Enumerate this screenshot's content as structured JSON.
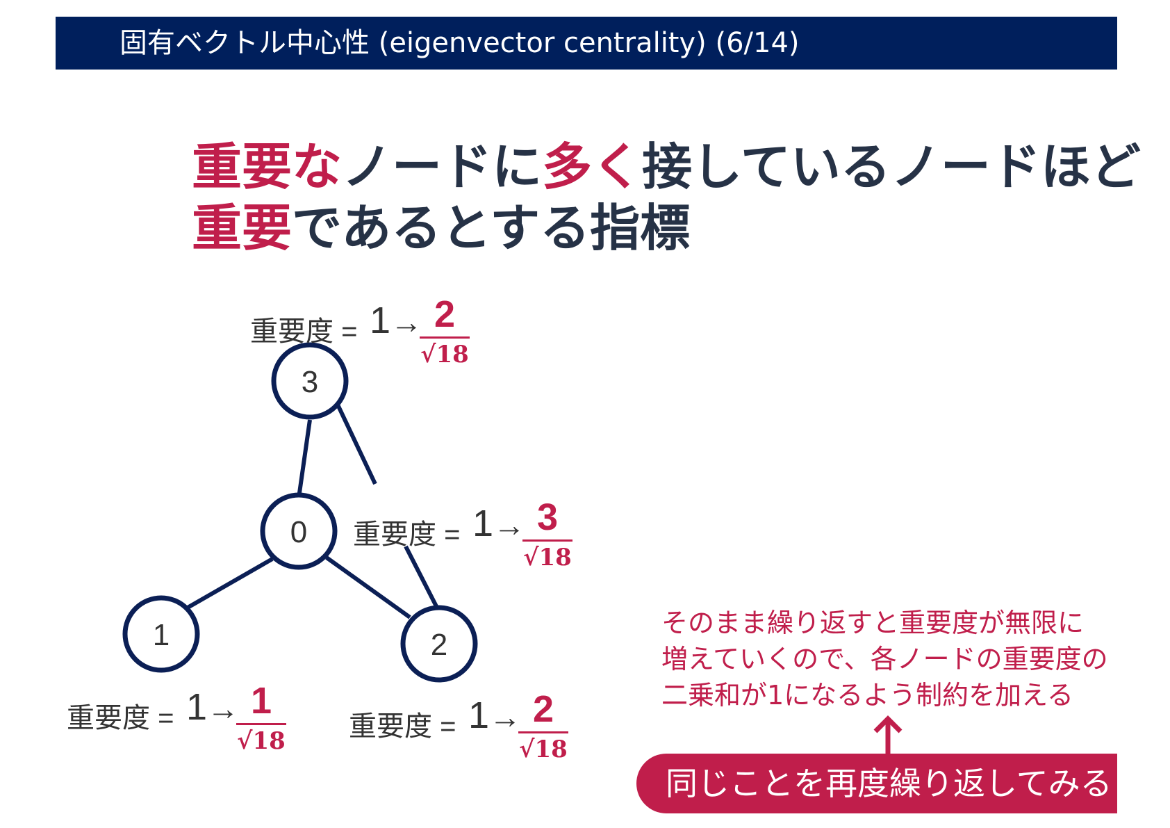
{
  "header": {
    "title": "固有ベクトル中心性 (eigenvector centrality) (6/14)"
  },
  "headline": {
    "line1": [
      {
        "text": "重要",
        "highlight": true
      },
      {
        "text": "な",
        "highlight": true
      },
      {
        "text": "ノードに",
        "highlight": false
      },
      {
        "text": "多く",
        "highlight": true
      },
      {
        "text": "接しているノードほど",
        "highlight": false
      }
    ],
    "line2": [
      {
        "text": "重要",
        "highlight": true
      },
      {
        "text": "であるとする指標",
        "highlight": false
      }
    ]
  },
  "graph": {
    "nodes": [
      {
        "id": "3",
        "label": "3"
      },
      {
        "id": "0",
        "label": "0"
      },
      {
        "id": "1",
        "label": "1"
      },
      {
        "id": "2",
        "label": "2"
      }
    ],
    "edges": [
      [
        "3",
        "0"
      ],
      [
        "3",
        "2"
      ],
      [
        "0",
        "1"
      ],
      [
        "0",
        "2"
      ]
    ]
  },
  "importance": {
    "label": "重要度 =",
    "old": "1",
    "arrow": "→",
    "denominator": "√18",
    "node3": {
      "numerator": "2"
    },
    "node0": {
      "numerator": "3"
    },
    "node1": {
      "numerator": "1"
    },
    "node2": {
      "numerator": "2"
    }
  },
  "note": {
    "lines": [
      "そのまま繰り返すと重要度が無限に",
      "増えていくので、各ノードの重要度の",
      "二乗和が1になるよう制約を加える"
    ]
  },
  "action": {
    "label": "同じことを再度繰り返してみる"
  },
  "colors": {
    "navy": "#001f5c",
    "accent": "#c01e4b",
    "text": "#263246"
  }
}
